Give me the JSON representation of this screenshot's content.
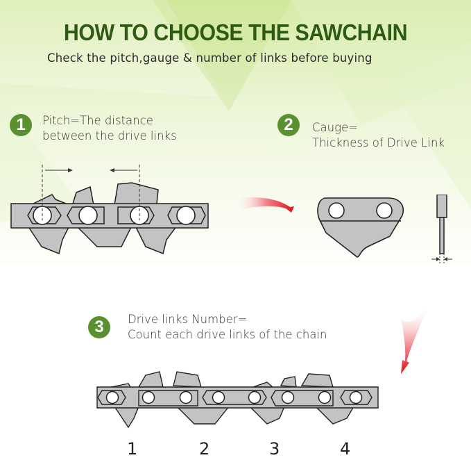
{
  "header": {
    "title": "HOW TO CHOOSE THE SAWCHAIN",
    "subtitle": "Check the pitch,gauge & number of links before buying"
  },
  "steps": [
    {
      "number": "1",
      "line1": "Pitch=The distance",
      "line2": "between the drive links"
    },
    {
      "number": "2",
      "line1": "Cauge=",
      "line2": "Thickness of Drive Link"
    },
    {
      "number": "3",
      "line1": "Drive links Number=",
      "line2": "Count each drive links of the chain"
    }
  ],
  "link_count_labels": [
    "1",
    "2",
    "3",
    "4"
  ],
  "colors": {
    "title": "#2f5a14",
    "badge": "#5b9030",
    "chain_fill": "#c3c3c3",
    "arrow": "#e0101a",
    "background_green": "#d8ecb0"
  }
}
